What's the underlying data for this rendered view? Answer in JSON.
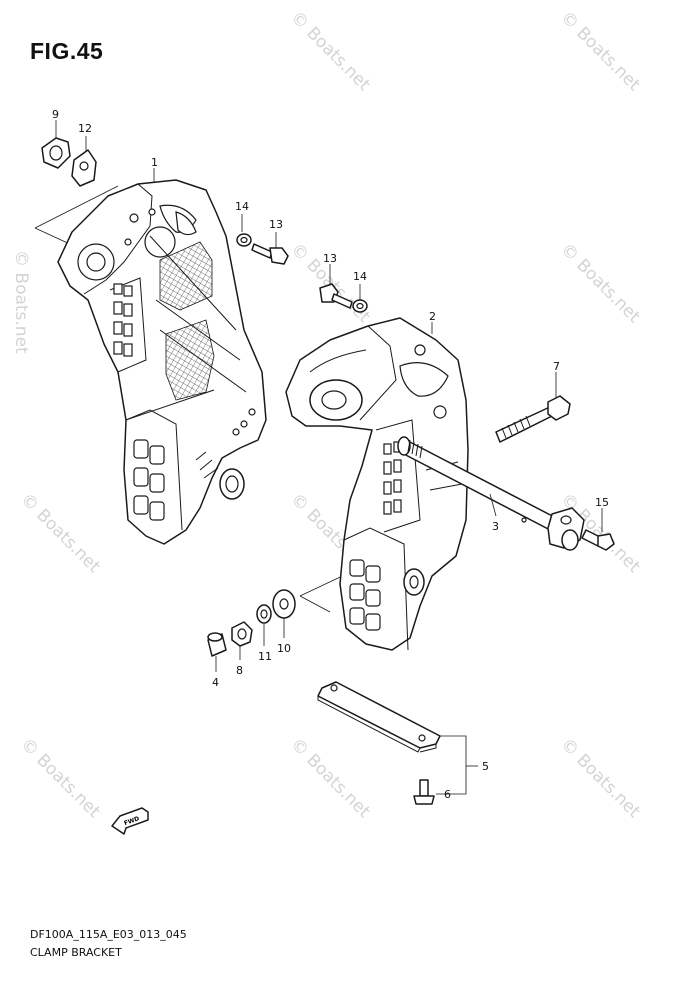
{
  "figure": {
    "title": "FIG.45",
    "code": "DF100A_115A_E03_013_045",
    "name": "CLAMP BRACKET"
  },
  "watermark": {
    "text": "© Boats.net",
    "color": "#d4d4d4"
  },
  "callouts": [
    "9",
    "12",
    "1",
    "14",
    "13",
    "13",
    "14",
    "2",
    "7",
    "15",
    "3",
    "4",
    "8",
    "11",
    "10",
    "5",
    "6"
  ],
  "fwd_label": "FWD",
  "parts": [
    {
      "num": "1",
      "icon": "clamp-bracket-port-icon"
    },
    {
      "num": "2",
      "icon": "clamp-bracket-starboard-icon"
    },
    {
      "num": "3",
      "icon": "tilt-shaft-icon"
    },
    {
      "num": "4",
      "icon": "bushing-icon"
    },
    {
      "num": "5",
      "icon": "plate-icon"
    },
    {
      "num": "6",
      "icon": "bolt-icon"
    },
    {
      "num": "7",
      "icon": "bolt-icon"
    },
    {
      "num": "8",
      "icon": "nut-icon"
    },
    {
      "num": "9",
      "icon": "nut-icon"
    },
    {
      "num": "10",
      "icon": "washer-icon"
    },
    {
      "num": "11",
      "icon": "washer-icon"
    },
    {
      "num": "12",
      "icon": "plate-washer-icon"
    },
    {
      "num": "13",
      "icon": "bolt-icon"
    },
    {
      "num": "14",
      "icon": "washer-icon"
    },
    {
      "num": "15",
      "icon": "bolt-icon"
    }
  ]
}
